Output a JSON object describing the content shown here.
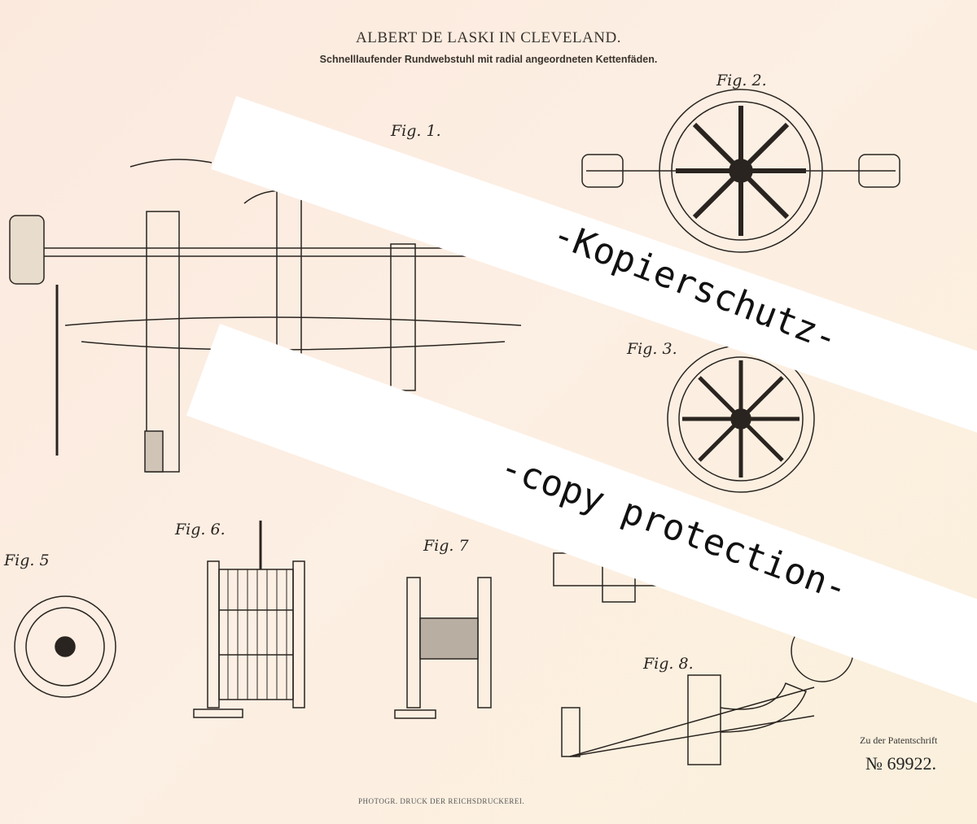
{
  "header": {
    "title": "ALBERT DE LASKI IN CLEVELAND.",
    "subtitle": "Schnelllaufender Rundwebstuhl mit radial angeordneten Kettenfäden."
  },
  "figures": {
    "fig1": "Fig. 1.",
    "fig2": "Fig. 2.",
    "fig3": "Fig. 3.",
    "fig5": "Fig. 5",
    "fig6": "Fig. 6.",
    "fig7": "Fig. 7",
    "fig8": "Fig. 8."
  },
  "watermarks": {
    "line1": "-Kopierschutz-",
    "line2": "-copy protection-"
  },
  "footer": {
    "printer": "PHOTOGR. DRUCK DER REICHSDRUCKEREI.",
    "patent_label": "Zu der Patentschrift",
    "patent_number": "№ 69922."
  }
}
